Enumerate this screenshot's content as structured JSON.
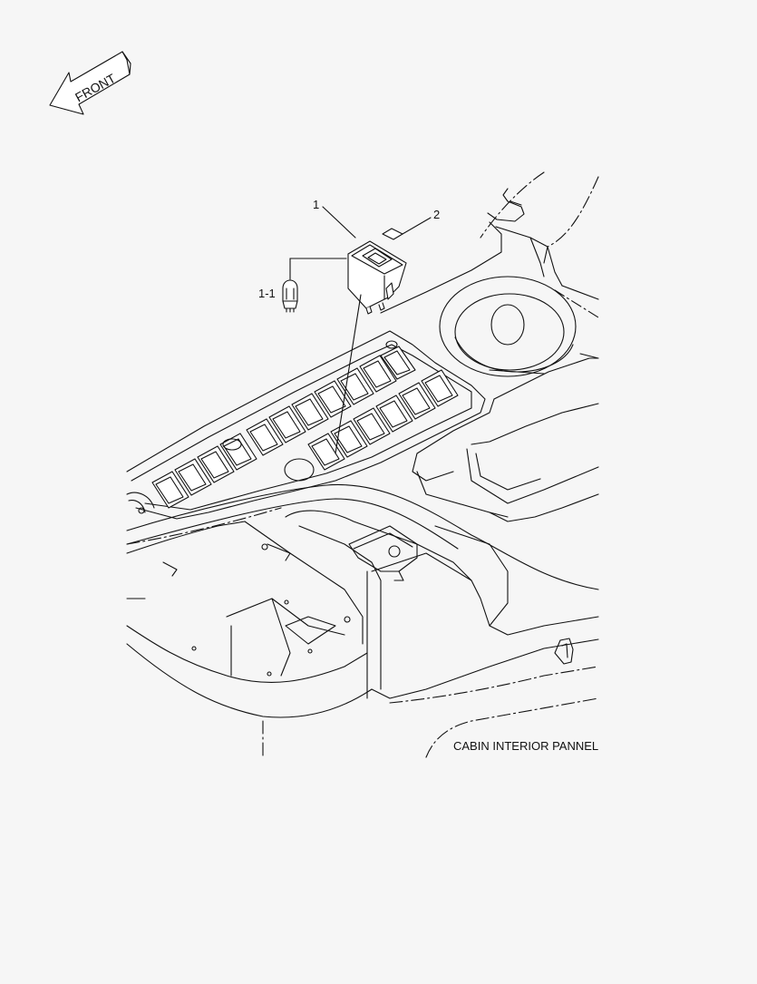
{
  "direction_arrow": {
    "label": "FRONT",
    "icon": "front-arrow-icon"
  },
  "callouts": [
    {
      "id": "callout-1",
      "text": "1"
    },
    {
      "id": "callout-2",
      "text": "2"
    },
    {
      "id": "callout-1-1",
      "text": "1-1"
    }
  ],
  "panel_caption": "CABIN INTERIOR PANNEL",
  "colors": {
    "line": "#111111",
    "background": "#f6f6f6",
    "fill": "#ffffff"
  }
}
